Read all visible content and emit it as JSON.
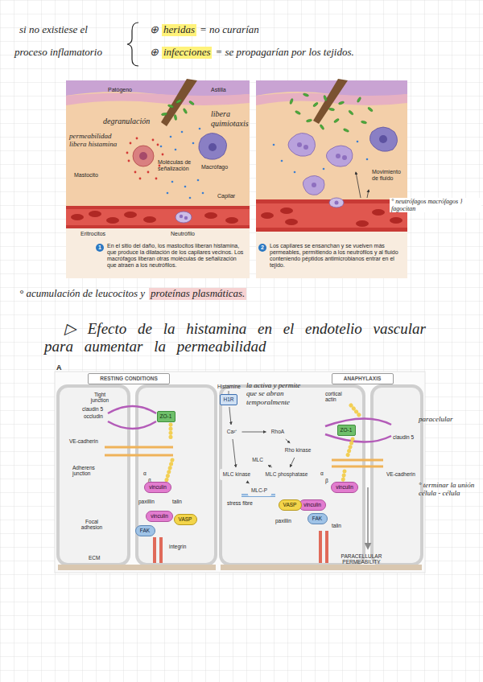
{
  "diagram": {
    "nodes": [
      {
        "text": [
          "RESTING CONDITIONS"
        ]
      },
      {
        "text": [
          "ANAPHYLAXIS"
        ]
      },
      {
        "text": [
          "ZO-1"
        ]
      },
      {
        "text": [
          "vinculin"
        ]
      },
      {
        "text": [
          "vinculin"
        ]
      },
      {
        "text": [
          "VASP"
        ]
      },
      {
        "text": [
          "FAK"
        ]
      },
      {
        "text": [
          "H1R"
        ]
      },
      {
        "text": [
          "Ca²⁺"
        ]
      },
      {
        "text": [
          "RhoA"
        ]
      },
      {
        "text": [
          "Rho kinase"
        ]
      },
      {
        "text": [
          "MLC kinase"
        ]
      },
      {
        "text": [
          "MLC"
        ]
      },
      {
        "text": [
          "MLC phosphatase"
        ]
      },
      {
        "text": [
          "MLC-P"
        ]
      },
      {
        "text": [
          "ZO-1"
        ]
      },
      {
        "text": [
          "vinculin"
        ]
      },
      {
        "text": [
          "vinculin"
        ]
      },
      {
        "text": [
          "VASP"
        ]
      },
      {
        "text": [
          "FAK"
        ]
      }
    ],
    "edges": [
      {
        "from": 7,
        "to": 8,
        "arrow": "to"
      },
      {
        "from": 8,
        "to": 9,
        "arrow": "to"
      },
      {
        "from": 9,
        "to": 10,
        "arrow": "to"
      },
      {
        "from": 10,
        "to": 13,
        "arrow": "to"
      },
      {
        "from": 8,
        "to": 11,
        "arrow": "to"
      },
      {
        "from": 11,
        "to": 14,
        "arrow": "to"
      },
      {
        "from": 13,
        "to": 12,
        "arrow": "to"
      }
    ],
    "labels": [
      "si no existiese el",
      "proceso inflamatorio",
      "⊕",
      "heridas",
      "= no curarían",
      "⊕",
      "infecciones",
      "= se propagarían por los tejidos.",
      "Patógeno",
      "Astilla",
      "degranulación",
      "libera quimiotaxis",
      "permeabilidad libera histamina",
      "Mastocito",
      "Moléculas de señalización",
      "Macrófago",
      "Capilar",
      "Eritrocitos",
      "Neutrófilo",
      "1",
      "En el sitio del daño, los mastocitos liberan histamina, que produce la dilatación de los capilares vecinos. Los macrófagos liberan otras moléculas de señalización que atraen a los neutrófilos.",
      "Movimiento de fluido",
      "2",
      "Los capilares se ensanchan y se vuelven más permeables, permitiendo a los neutrófilos y al fluido conteniendo péptidos antimicrobianos entrar en el tejido.",
      "° neutrófagos macrófagos } fagocitan",
      "° acumulación de leucocitos y",
      "proteínas plasmáticas.",
      "▷ Efecto de la histamina en el endotelio vascular para aumentar la permeabilidad",
      "A",
      "Tight junction",
      "claudin 5",
      "occludin",
      "VE-cadherin",
      "Adherens junction",
      "α",
      "β",
      "paxillin",
      "talin",
      "Focal adhesion",
      "ECM",
      "integrin",
      "Histamine",
      "la activa y permite que se abran temporalmente",
      "cortical actin",
      "claudin 5",
      "VE-cadherin",
      "α",
      "β",
      "paxillin",
      "talin",
      "stress fibre",
      "PARACELLULAR PERMEABILITY",
      "paracelular",
      "° terminar la unión célula - célula"
    ]
  }
}
